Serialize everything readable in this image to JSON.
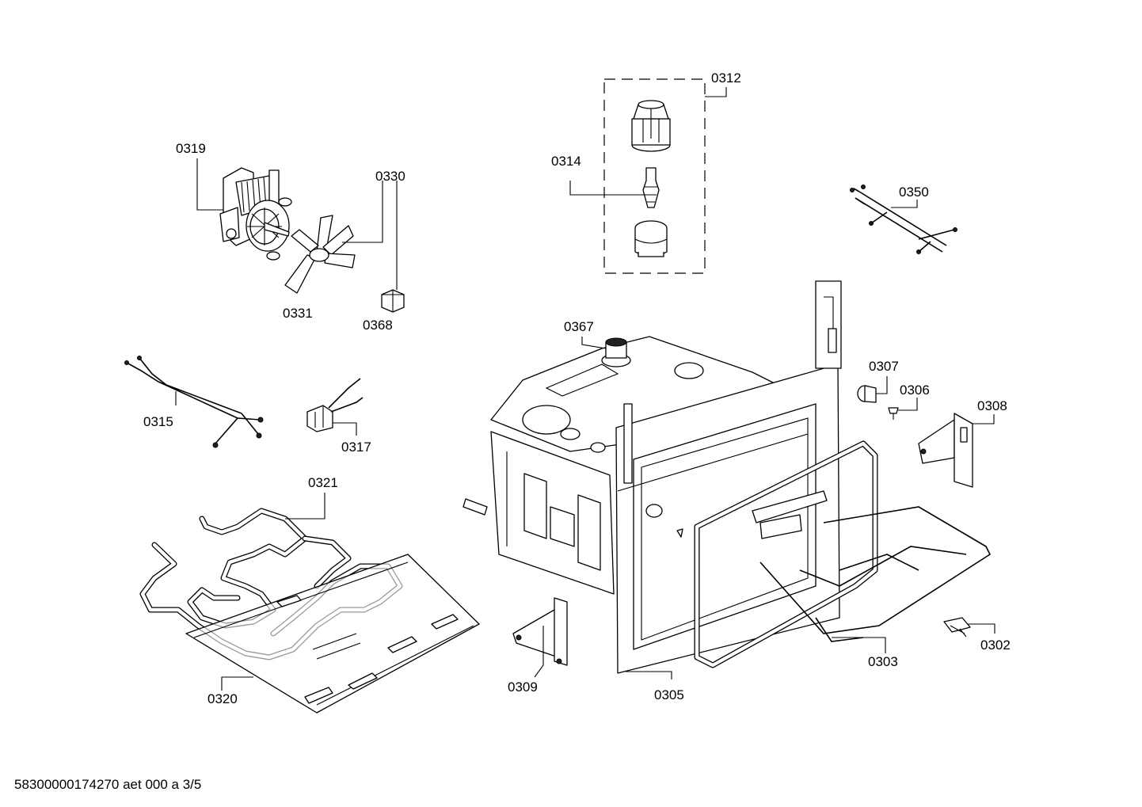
{
  "title": "",
  "footer": "58300000174270 aet 000 a 3/5",
  "parts": [
    {
      "id": "0302"
    },
    {
      "id": "0303"
    },
    {
      "id": "0305"
    },
    {
      "id": "0306"
    },
    {
      "id": "0307"
    },
    {
      "id": "0308"
    },
    {
      "id": "0309"
    },
    {
      "id": "0312"
    },
    {
      "id": "0314"
    },
    {
      "id": "0315"
    },
    {
      "id": "0317"
    },
    {
      "id": "0319"
    },
    {
      "id": "0320"
    },
    {
      "id": "0321"
    },
    {
      "id": "0330"
    },
    {
      "id": "0331"
    },
    {
      "id": "0350"
    },
    {
      "id": "0367"
    },
    {
      "id": "0368"
    }
  ]
}
